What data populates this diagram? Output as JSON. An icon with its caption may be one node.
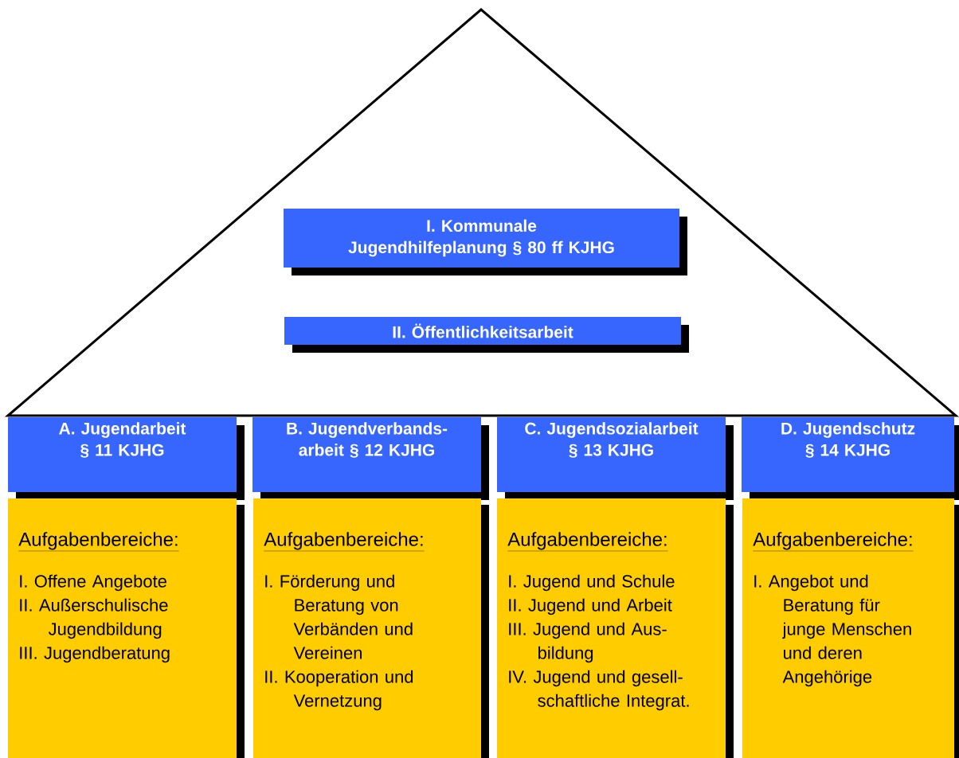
{
  "diagram": {
    "nodes": [
      {
        "text": [],
        "shape": "triangle"
      },
      {
        "text": [
          "I. Kommunale Jugendhilfeplanung § 80 ff KJHG"
        ],
        "in": 0
      },
      {
        "text": [
          "II. Öffentlichkeitsarbeit"
        ],
        "in": 0
      },
      {
        "text": [
          "A. Jugendarbeit § 11 KJHG"
        ]
      },
      {
        "text": [
          "B. Jugendverbands- arbeit  § 12 KJHG"
        ]
      },
      {
        "text": [
          "C. Jugendsozialarbeit § 13 KJHG"
        ]
      },
      {
        "text": [
          "D. Jugendschutz § 14 KJHG"
        ]
      },
      {
        "text": [
          "Aufgabenbereiche:",
          "I. Offene Angebote",
          "II. Außerschulische Jugendbildung",
          "III. Jugendberatung"
        ]
      },
      {
        "text": [
          "Aufgabenbereiche:",
          "I. Förderung und Beratung von Verbänden und Vereinen",
          "II. Kooperation und Vernetzung"
        ]
      },
      {
        "text": [
          "Aufgabenbereiche:",
          "I. Jugend und Schule",
          "II. Jugend und Arbeit",
          "III. Jugend und Aus- bildung",
          "IV. Jugend und gesell- schaftliche Integrat."
        ]
      },
      {
        "text": [
          "Aufgabenbereiche:",
          "I. Angebot und Beratung für junge Menschen und deren Angehörige"
        ]
      }
    ]
  }
}
